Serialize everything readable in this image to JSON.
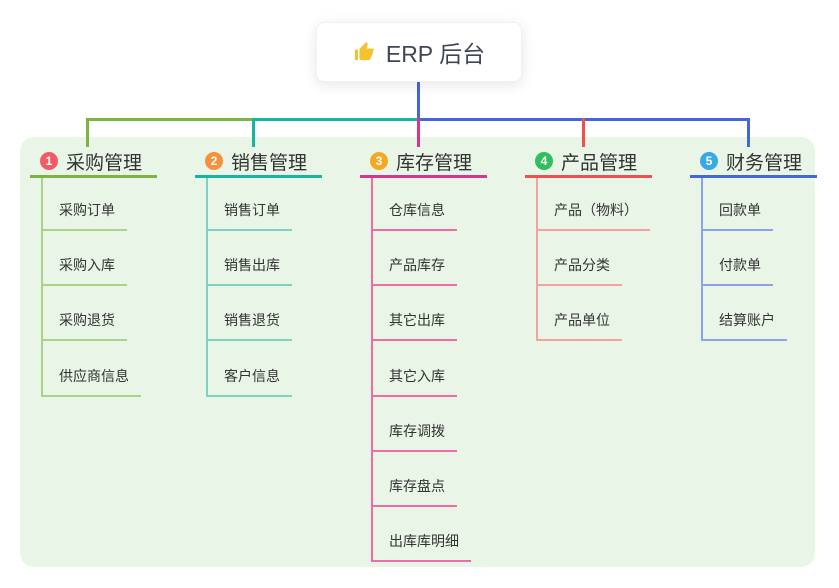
{
  "root": {
    "icon": "thumbs-up",
    "icon_color": "#f2c230",
    "label": "ERP 后台"
  },
  "colors": {
    "page_bg": "#ffffff",
    "panel_bg": "#e9f6e7",
    "root_connector": "#4466db",
    "text_dark": "#333333",
    "root_text": "#3d4757"
  },
  "branches": [
    {
      "num": "1",
      "title": "采购管理",
      "badge_color": "#f25a66",
      "line_color": "#7cb342",
      "sub_line_color": "#abd387",
      "items": [
        "采购订单",
        "采购入库",
        "采购退货",
        "供应商信息"
      ]
    },
    {
      "num": "2",
      "title": "销售管理",
      "badge_color": "#f7903c",
      "line_color": "#17b3a3",
      "sub_line_color": "#7fd0c5",
      "items": [
        "销售订单",
        "销售出库",
        "销售退货",
        "客户信息"
      ]
    },
    {
      "num": "3",
      "title": "库存管理",
      "badge_color": "#f7a724",
      "line_color": "#d6368f",
      "sub_line_color": "#f06ca8",
      "items": [
        "仓库信息",
        "产品库存",
        "其它出库",
        "其它入库",
        "库存调拨",
        "库存盘点",
        "出库库明细"
      ]
    },
    {
      "num": "4",
      "title": "产品管理",
      "badge_color": "#2fbf5f",
      "line_color": "#f0504e",
      "sub_line_color": "#f7a19e",
      "items": [
        "产品（物料）",
        "产品分类",
        "产品单位"
      ]
    },
    {
      "num": "5",
      "title": "财务管理",
      "badge_color": "#38a9e4",
      "line_color": "#4466db",
      "sub_line_color": "#8ba4e8",
      "items": [
        "回款单",
        "付款单",
        "结算账户"
      ]
    }
  ]
}
